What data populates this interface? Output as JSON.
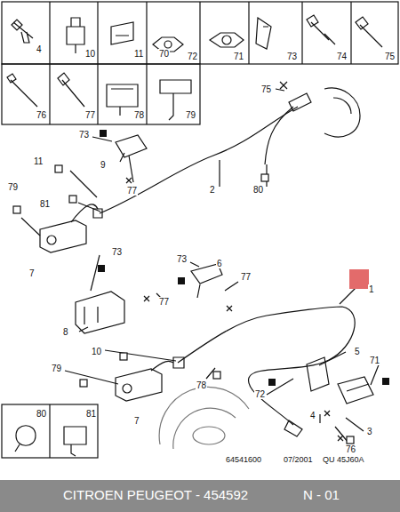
{
  "diagram": {
    "labels": [
      "4",
      "10",
      "11",
      "70",
      "72",
      "71",
      "73",
      "74",
      "75",
      "76",
      "77",
      "78",
      "79",
      "75",
      "73",
      "9",
      "77",
      "11",
      "2",
      "80",
      "79",
      "81",
      "7",
      "73",
      "6",
      "73",
      "77",
      "77",
      "1",
      "8",
      "5",
      "71",
      "10",
      "79",
      "78",
      "72",
      "7",
      "4",
      "3",
      "76",
      "80",
      "81",
      "64541600",
      "07/2001",
      "QU 45J60A",
      "CITROEN PEUGEOT - 454592",
      "N - 01"
    ]
  }
}
